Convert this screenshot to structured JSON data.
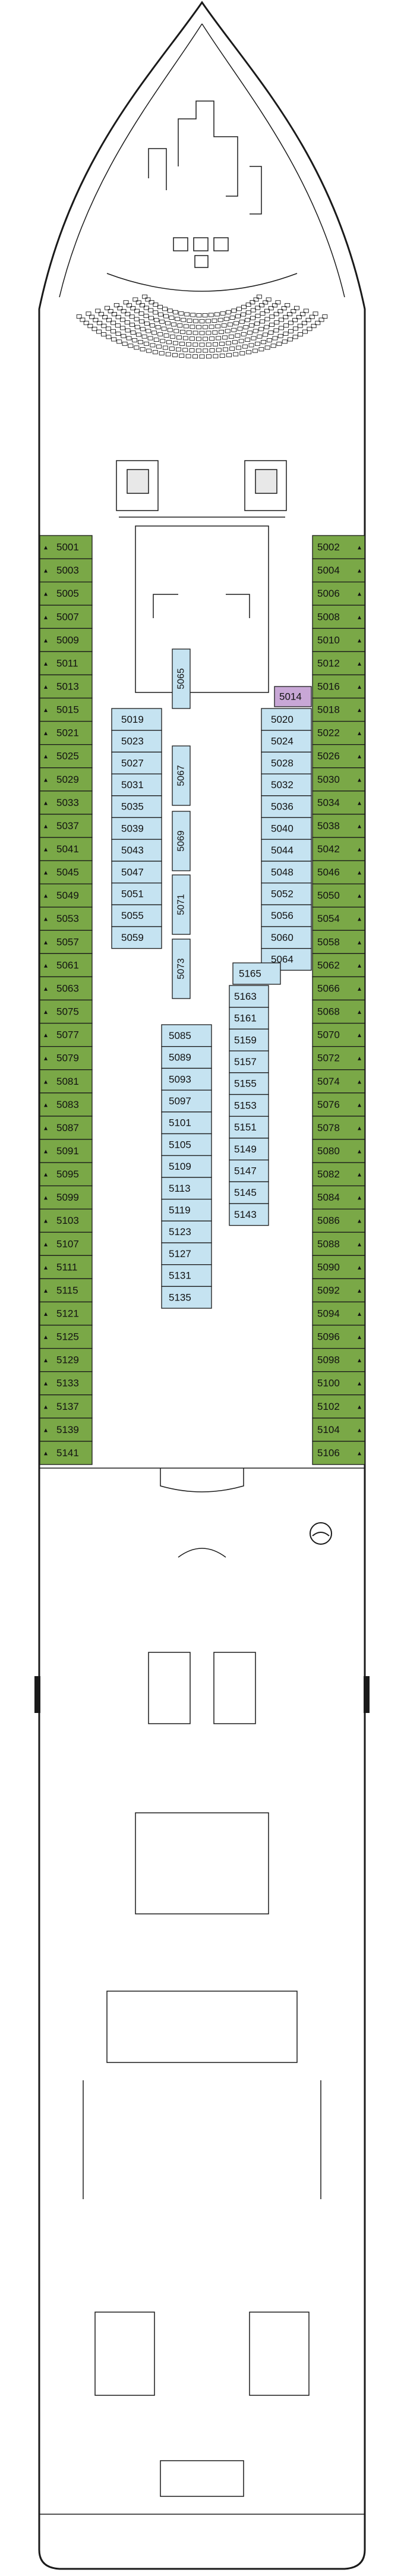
{
  "legend": {
    "colors": {
      "balcony": "#7aa847",
      "inside": "#c5e3f1",
      "suite": "#c8a7d6",
      "outline": "#1a1a1a"
    }
  },
  "icons": [
    "accessible-cabin-icon",
    "balcony-icon",
    "theatre-seat-icon",
    "lift-icon",
    "stairs-icon",
    "pool-icon"
  ],
  "cabins": {
    "port_outer": [
      "5001",
      "5003",
      "5005",
      "5007",
      "5009",
      "5011",
      "5013",
      "5015",
      "5021",
      "5025",
      "5029",
      "5033",
      "5037",
      "5041",
      "5045",
      "5049",
      "5053",
      "5057",
      "5061",
      "5063",
      "5075",
      "5077",
      "5079",
      "5081",
      "5083",
      "5087",
      "5091",
      "5095",
      "5099",
      "5103",
      "5107",
      "5111",
      "5115",
      "5121",
      "5125",
      "5129",
      "5133",
      "5137",
      "5139",
      "5141"
    ],
    "starboard_outer": [
      "5002",
      "5004",
      "5006",
      "5008",
      "5010",
      "5012",
      "5016",
      "5018",
      "5022",
      "5026",
      "5030",
      "5034",
      "5038",
      "5042",
      "5046",
      "5050",
      "5054",
      "5058",
      "5062",
      "5066",
      "5068",
      "5070",
      "5072",
      "5074",
      "5076",
      "5078",
      "5080",
      "5082",
      "5084",
      "5086",
      "5088",
      "5090",
      "5092",
      "5094",
      "5096",
      "5098",
      "5100",
      "5102",
      "5104",
      "5106"
    ],
    "inside_port_fwd": [
      "5019",
      "5023",
      "5027",
      "5031",
      "5035",
      "5039",
      "5043",
      "5047",
      "5051",
      "5055",
      "5059"
    ],
    "inside_stbd_fwd": [
      "5020",
      "5024",
      "5028",
      "5032",
      "5036",
      "5040",
      "5044",
      "5048",
      "5052",
      "5056",
      "5060",
      "5064"
    ],
    "inside_port_aft": [
      "5085",
      "5089",
      "5093",
      "5097",
      "5101",
      "5105",
      "5109",
      "5113",
      "5119",
      "5123",
      "5127",
      "5131",
      "5135"
    ],
    "inside_center_aft": [
      "5163",
      "5161",
      "5159",
      "5157",
      "5155",
      "5153",
      "5151",
      "5149",
      "5147",
      "5145",
      "5143"
    ],
    "inside_vertical": [
      "5065",
      "5067",
      "5069",
      "5071",
      "5073"
    ],
    "inside_misc": [
      "5165"
    ],
    "suite": [
      "5014"
    ]
  }
}
